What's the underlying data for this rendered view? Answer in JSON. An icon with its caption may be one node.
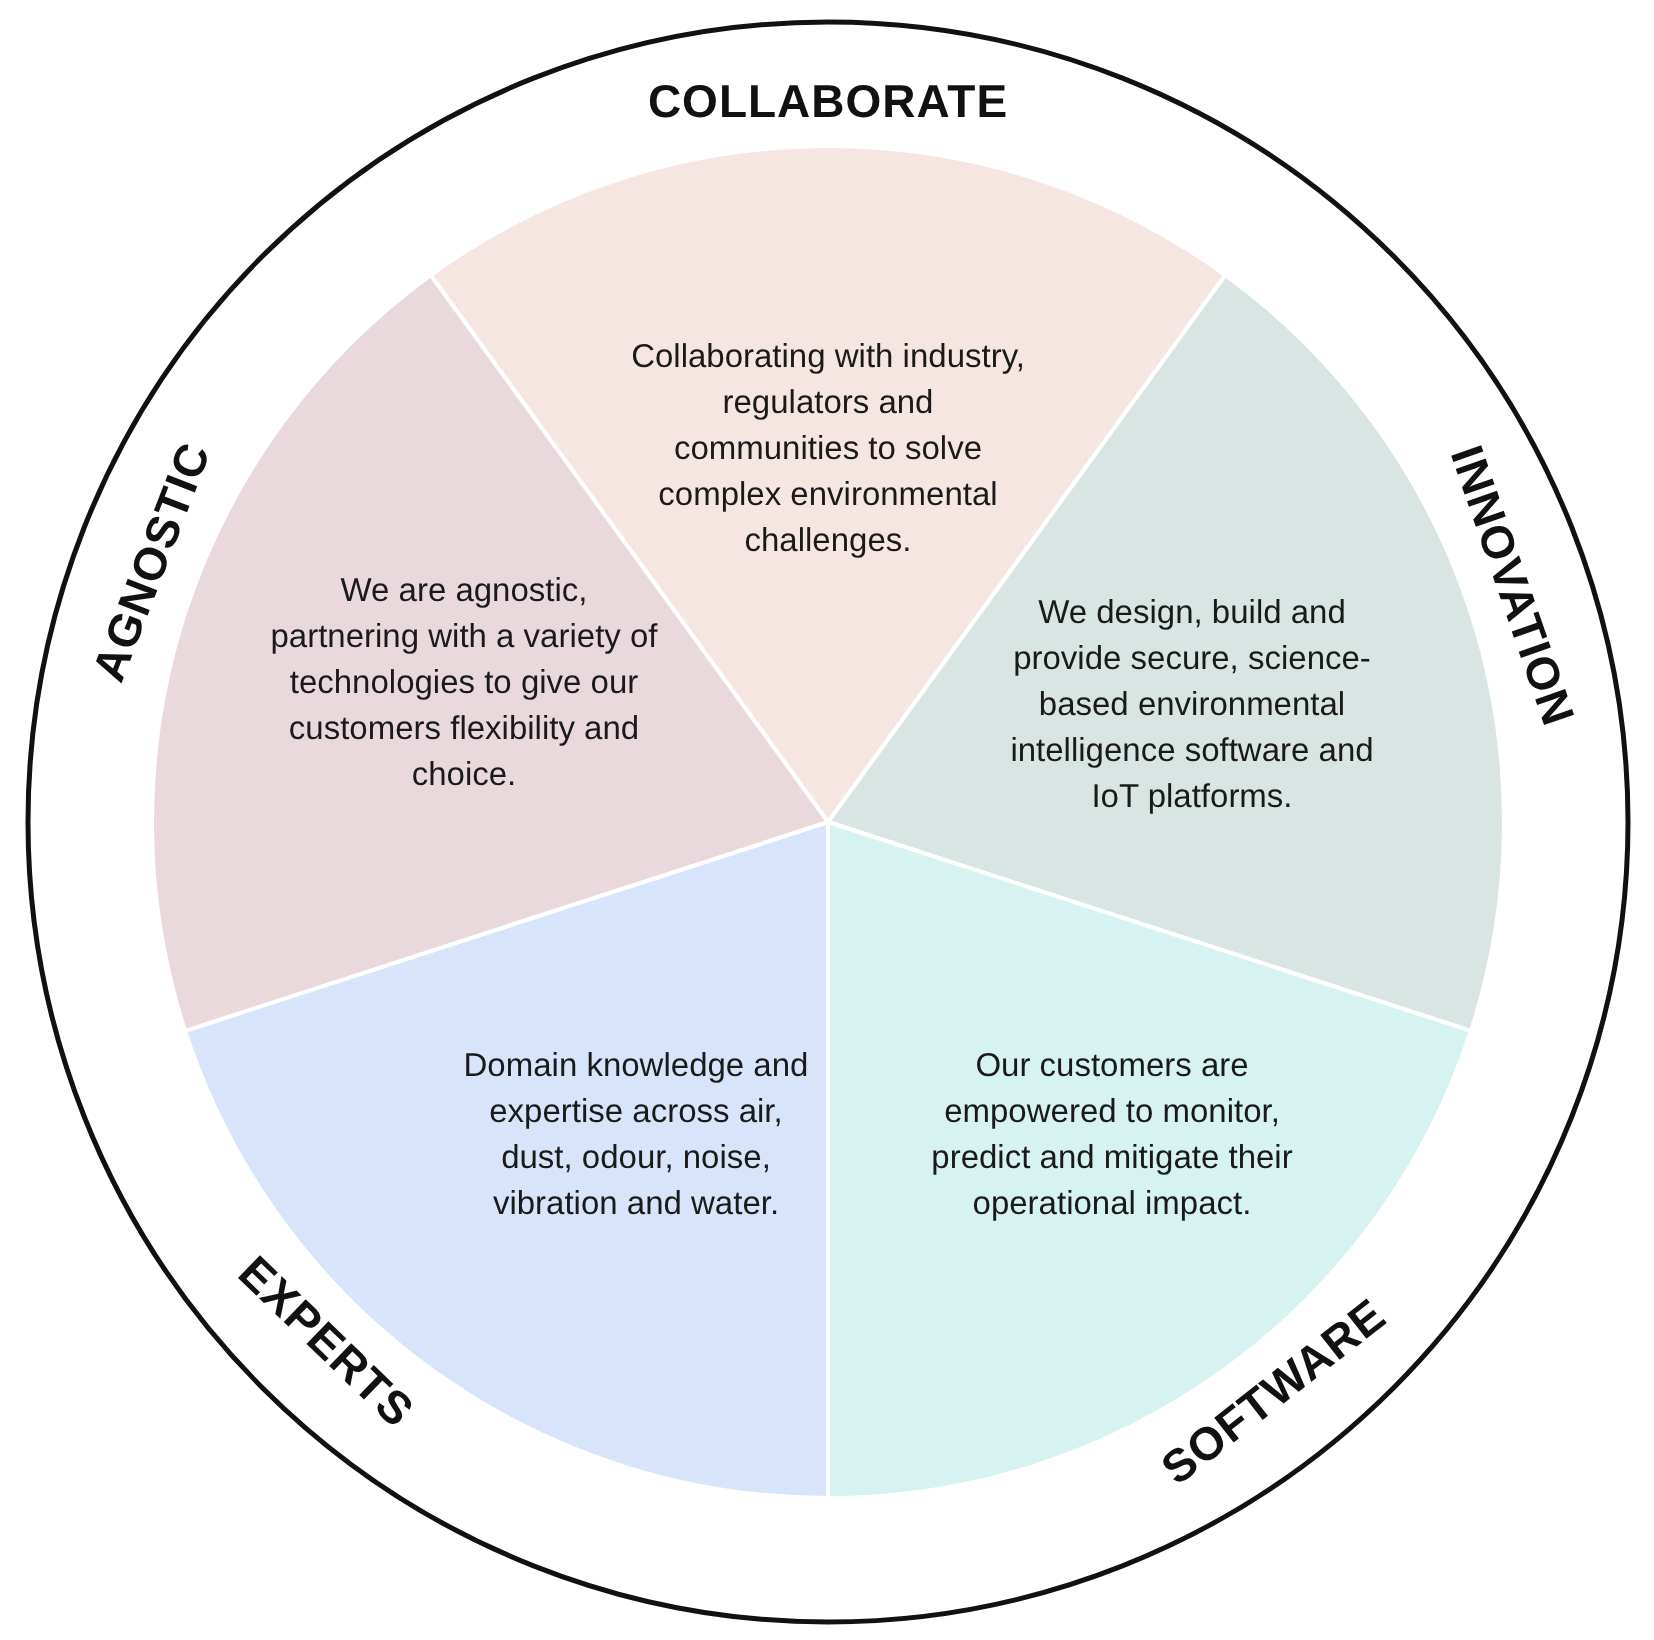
{
  "diagram": {
    "nodes": [
      {
        "text": [
          "COLLABORATE",
          "Collaborating with industry, regulators and communities to solve complex environmental challenges."
        ]
      },
      {
        "text": [
          "INNOVATION",
          "We design, build and provide secure, science-based environmental intelligence software and IoT platforms."
        ]
      },
      {
        "text": [
          "SOFTWARE",
          "Our customers are empowered to monitor, predict and mitigate their operational impact."
        ]
      },
      {
        "text": [
          "EXPERTS",
          "Domain knowledge and expertise across air, dust, odour, noise, vibration and water."
        ]
      },
      {
        "text": [
          "AGNOSTIC",
          "We are agnostic, partnering with a variety of technologies to give our customers flexibility and choice."
        ]
      }
    ]
  }
}
